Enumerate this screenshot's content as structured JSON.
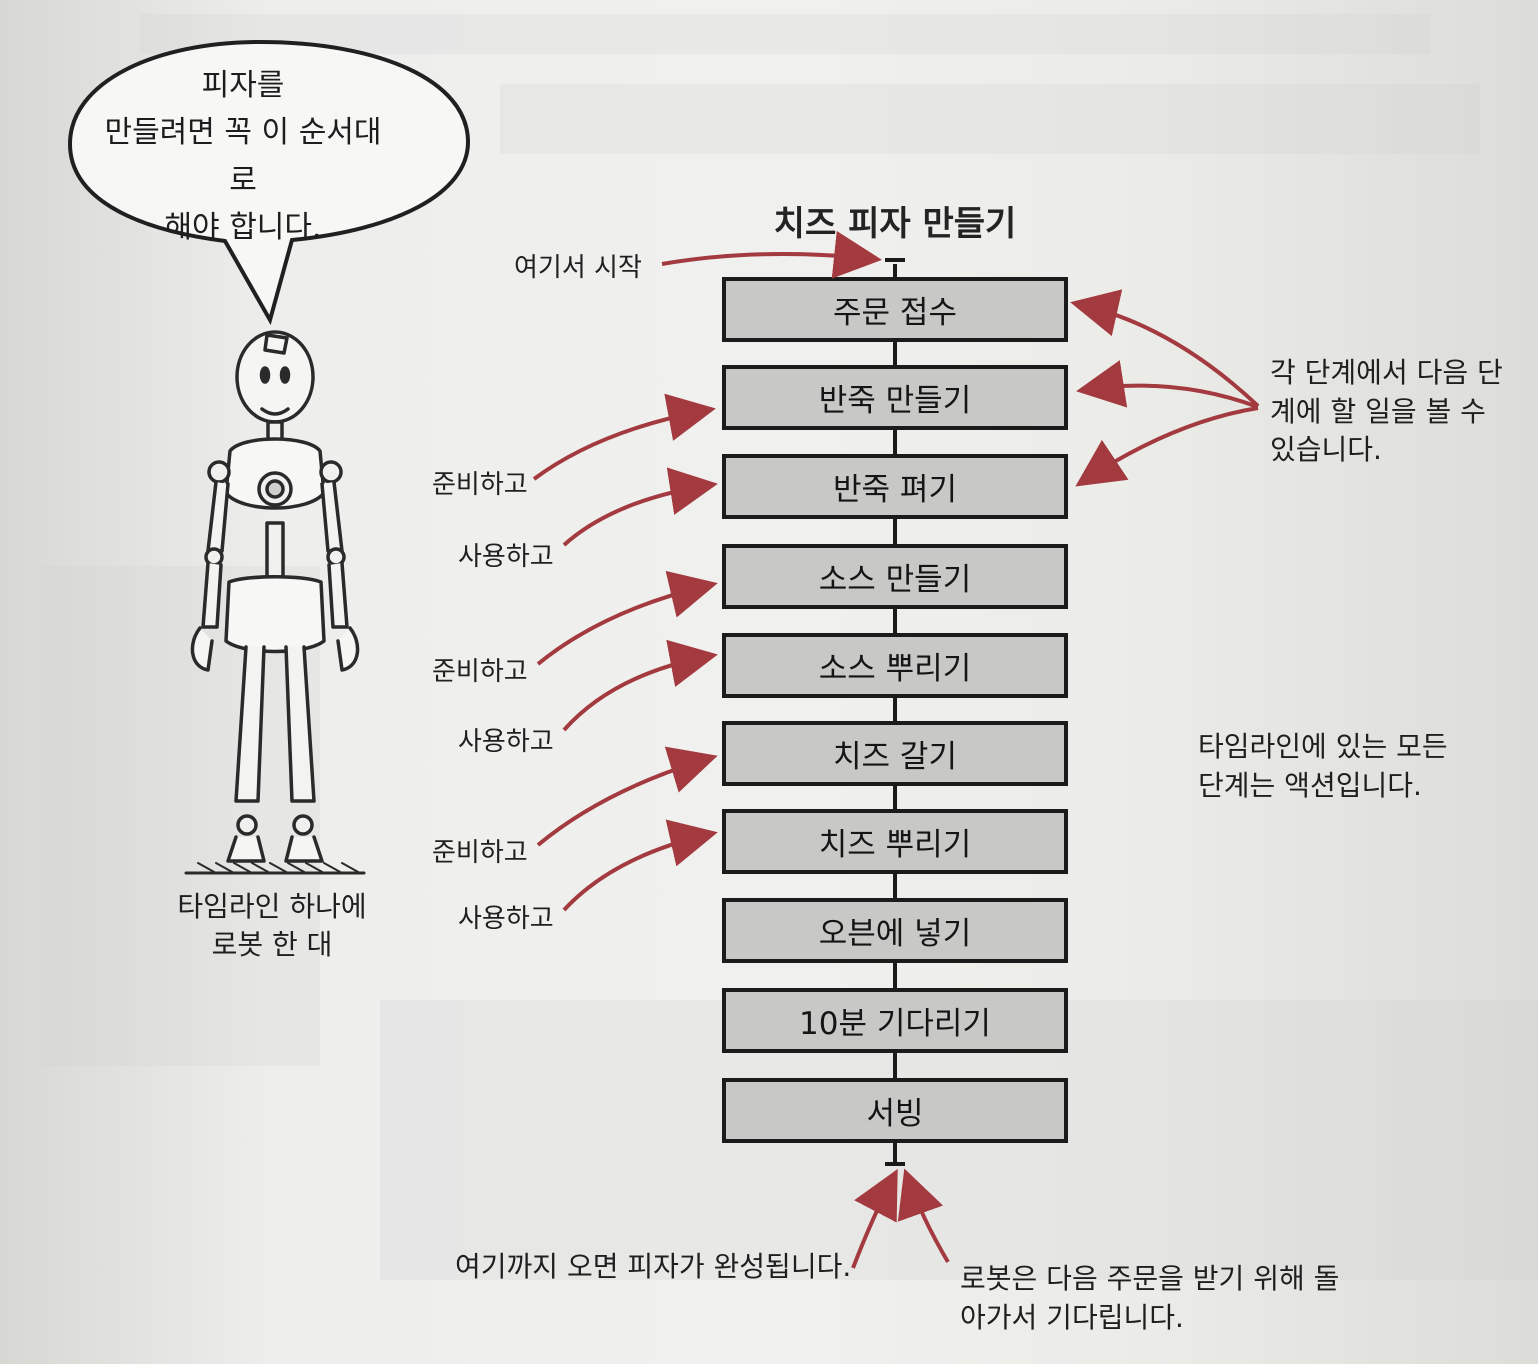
{
  "diagram": {
    "title": "치즈 피자 만들기",
    "start_label": "여기서 시작",
    "steps": [
      "주문 접수",
      "반죽 만들기",
      "반죽 펴기",
      "소스 만들기",
      "소스 뿌리기",
      "치즈 갈기",
      "치즈 뿌리기",
      "오븐에 넣기",
      "10분 기다리기",
      "서빙"
    ],
    "left_labels": [
      "준비하고",
      "사용하고",
      "준비하고",
      "사용하고",
      "준비하고",
      "사용하고"
    ],
    "right_note_top": "각 단계에서 다음 단계에 할 일을 볼 수 있습니다.",
    "right_note_middle": "타임라인에 있는 모든 단계는 액션입니다.",
    "bottom_left_note": "여기까지 오면 피자가 완성됩니다.",
    "bottom_right_note": "로봇은 다음 주문을 받기 위해 돌아가서 기다립니다."
  },
  "speech_bubble": {
    "text": "피자를\n만들려면 꼭 이 순서대로\n해야 합니다."
  },
  "robot": {
    "caption": "타임라인 하나에\n로봇 한 대"
  },
  "colors": {
    "accent_arrow": "#a33a3f",
    "box_fill": "#c8c8c6",
    "line": "#1a1a1a",
    "paper": "#efefed"
  },
  "icons": {
    "speech_bubble": "speech-bubble-icon",
    "robot": "robot-figure-icon",
    "arrow": "arrow-icon"
  }
}
